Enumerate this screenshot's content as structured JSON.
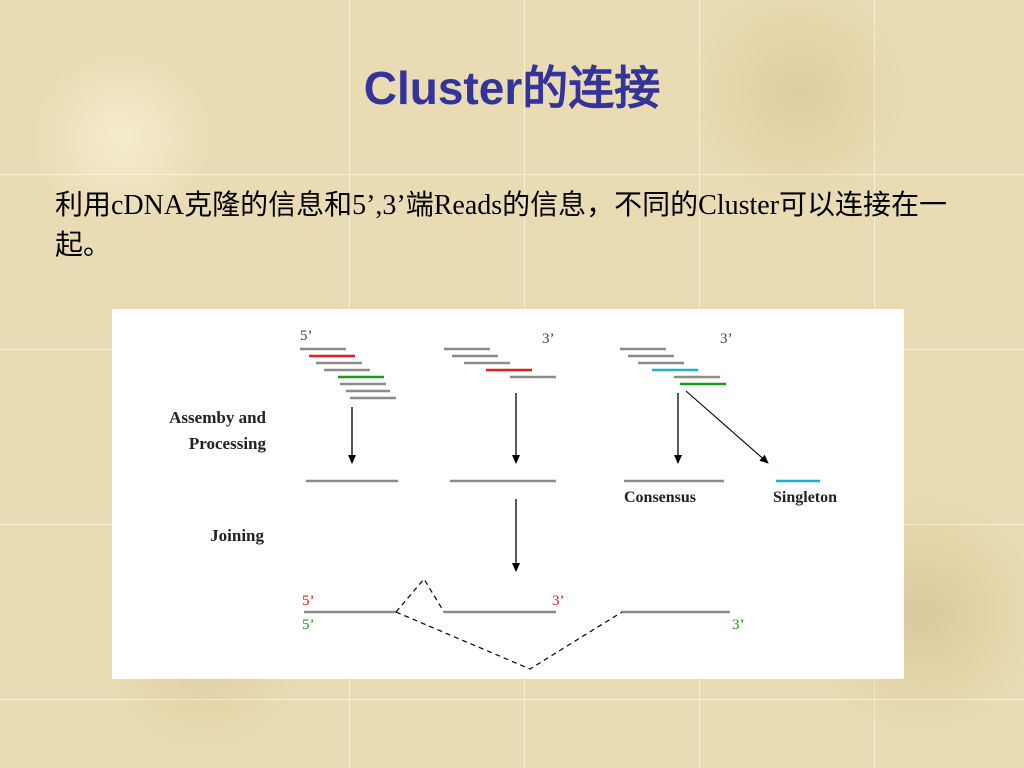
{
  "slide": {
    "title": "Cluster的连接",
    "body_text": "利用cDNA克隆的信息和5’,3’端Reads的信息，不同的Cluster可以连接在一起。"
  },
  "diagram": {
    "stage_labels": {
      "assembly_line1": "Assemby and",
      "assembly_line2": "Processing",
      "joining": "Joining"
    },
    "cluster_labels": {
      "left_end": "5’",
      "middle_end": "3’",
      "right_end": "3’"
    },
    "output_labels": {
      "consensus": "Consensus",
      "singleton": "Singleton"
    },
    "join_labels": {
      "top_5": "5’",
      "bottom_5": "5’",
      "top_3": "3’",
      "bottom_3": "3’"
    },
    "colors": {
      "read_gray": "#8c8c8c",
      "read_red": "#e02020",
      "read_green": "#1a9a1a",
      "read_cyan": "#20b0c8",
      "label_red": "#e02020",
      "label_green": "#1a9a1a",
      "title_blue": "#33339a"
    }
  }
}
